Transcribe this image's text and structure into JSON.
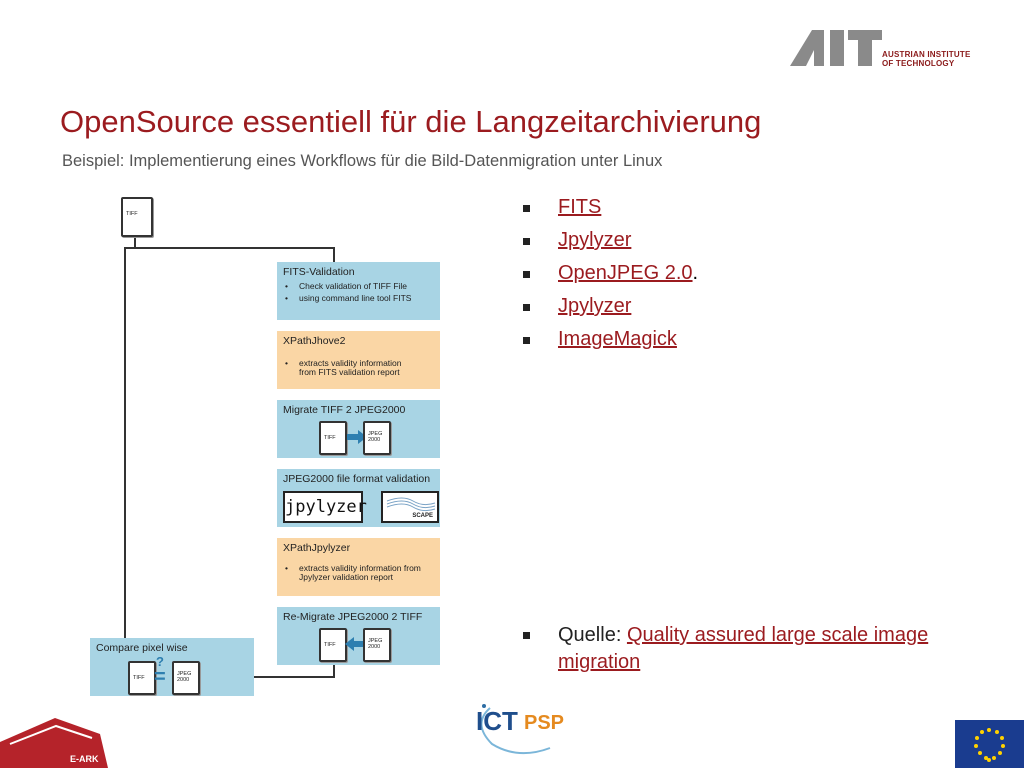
{
  "header": {
    "title": "OpenSource essentiell für die Langzeitarchivierung",
    "subtitle": "Beispiel: Implementierung eines Workflows für die Bild-Datenmigration unter Linux",
    "logo_text_line1": "AUSTRIAN INSTITUTE",
    "logo_text_line2": "OF TECHNOLOGY"
  },
  "diagram": {
    "start_doc": "TIFF",
    "steps": [
      {
        "title": "FITS-Validation",
        "bullets": [
          "Check validation of TIFF File",
          "using command line tool FITS"
        ]
      },
      {
        "title": "XPathJhove2",
        "bullets": [
          "extracts validity information from FITS validation report"
        ]
      },
      {
        "title": "Migrate TIFF 2 JPEG2000",
        "doc_a": "TIFF",
        "doc_b": "JPEG 2000"
      },
      {
        "title": "JPEG2000 file format validation",
        "logo_a": "jpylyzer",
        "logo_b": "SCAPE"
      },
      {
        "title": "XPathJpylyzer",
        "bullets": [
          "extracts validity information from Jpylyzer validation report"
        ]
      },
      {
        "title": "Re-Migrate JPEG2000 2 TIFF",
        "doc_a": "TIFF",
        "doc_b": "JPEG 2000"
      }
    ],
    "compare": {
      "title": "Compare pixel wise",
      "doc_a": "TIFF",
      "symbol": "=",
      "question": "?",
      "doc_b": "JPEG 2000"
    }
  },
  "tools": [
    "FITS",
    "Jpylyzer",
    "OpenJPEG 2.0",
    "Jpylyzer",
    "ImageMagick"
  ],
  "tools_suffix": ".",
  "source": {
    "label": "Quelle: ",
    "link": "Quality assured large scale image migration"
  },
  "footer": {
    "left_logo": "E-ARK",
    "center_logo_a": "ICT",
    "center_logo_b": "PSP"
  },
  "colors": {
    "title": "#9b1b1f",
    "blue_box": "#a8d4e4",
    "orange_box": "#fad6a5",
    "link": "#9b1b1f"
  }
}
